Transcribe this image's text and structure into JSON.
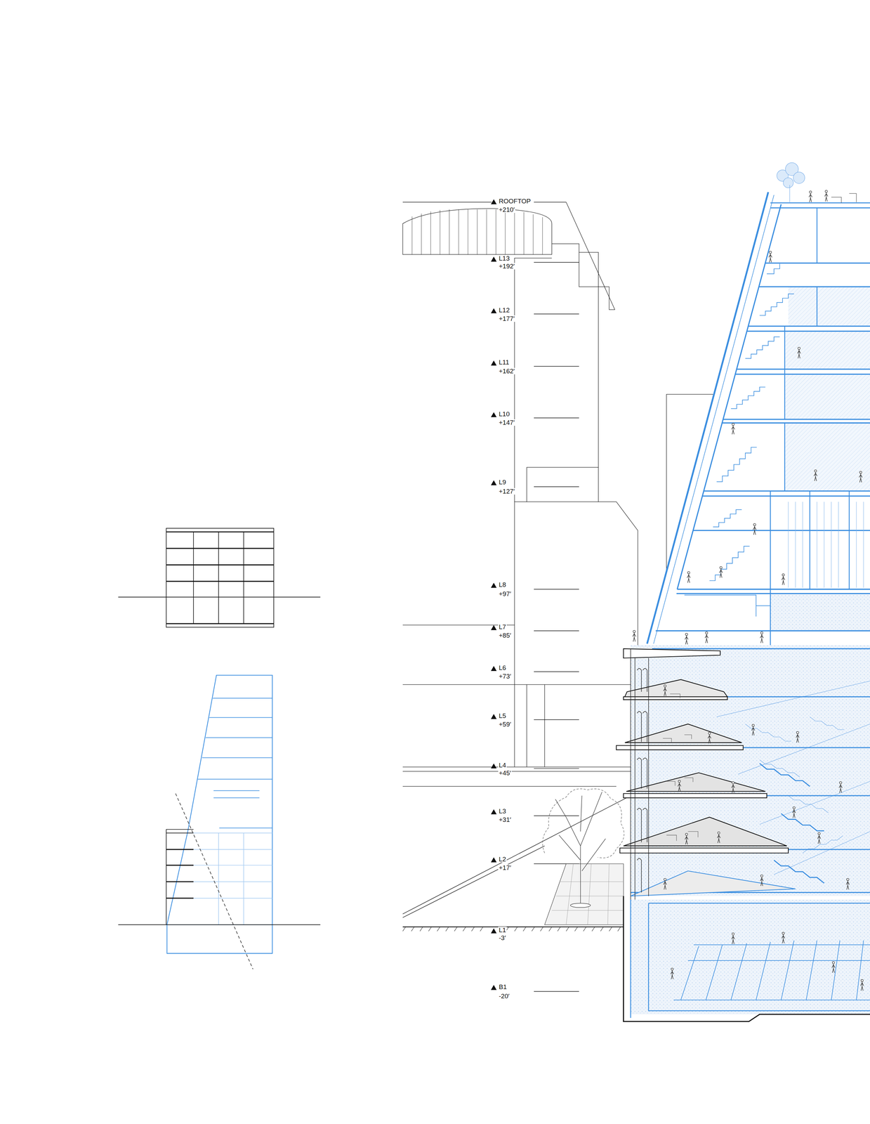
{
  "diagram": {
    "labels": [
      "ROOFTOP",
      "+210′",
      "L13",
      "+192′",
      "L12",
      "+177′",
      "L11",
      "+162′",
      "L10",
      "+147′",
      "L9",
      "+127′",
      "L8",
      "+97′",
      "L7",
      "+85′",
      "L6",
      "+73′",
      "L5",
      "+59′",
      "L4",
      "+45′",
      "L3",
      "+31′",
      "L2",
      "+17′",
      "L1",
      "-3′",
      "B1",
      "-20′"
    ]
  }
}
